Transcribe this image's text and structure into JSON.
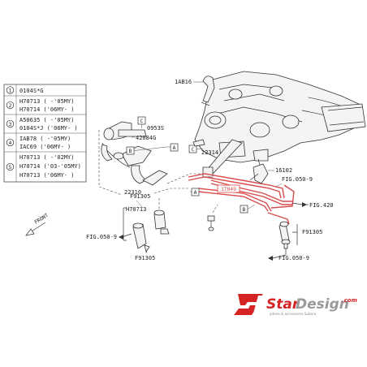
{
  "legend": {
    "rows": [
      {
        "num": "1",
        "lines": [
          "0104S*G"
        ]
      },
      {
        "num": "2",
        "lines": [
          "H70713 ( -'05MY)",
          "H70714 ('06MY- )"
        ]
      },
      {
        "num": "3",
        "lines": [
          "A50635 ( -'05MY)",
          "0104S*J ('06MY- )"
        ]
      },
      {
        "num": "4",
        "lines": [
          "IAB78 ( -'05MY)",
          "IAC69 ('06MY- )"
        ]
      },
      {
        "num": "5",
        "lines": [
          "H70713 ( -'02MY)",
          "H70714 ('03-'05MY)",
          "H70713 ('06MY- )"
        ]
      }
    ]
  },
  "labels": {
    "p_1ab16": "1AB16",
    "p_0953s": "0953S",
    "p_42084g": "42084G",
    "p_22314": "22314",
    "p_16102": "16102",
    "p_22310": "22310",
    "p_f91305_a": "F91305",
    "p_h70713": "H70713",
    "p_f91305_b": "F91305",
    "p_f91305_c": "F91305",
    "p_red": "17049",
    "fig_050_top": "FIG.050-9",
    "fig_050_left": "FIG.050-9",
    "fig_050_bottom": "FIG.050-9",
    "fig_420": "FIG.420",
    "front": "FRONT"
  },
  "callouts": {
    "a": "A",
    "b": "B",
    "c": "C"
  },
  "logo": {
    "brand_a": "Star",
    "brand_b": "Design",
    "suffix": ".com",
    "tagline": "pièces & accessoires Subaru"
  },
  "colors": {
    "highlight": "#d94a4a",
    "logo_red": "#d42424",
    "logo_grey": "#9a9a9a"
  }
}
